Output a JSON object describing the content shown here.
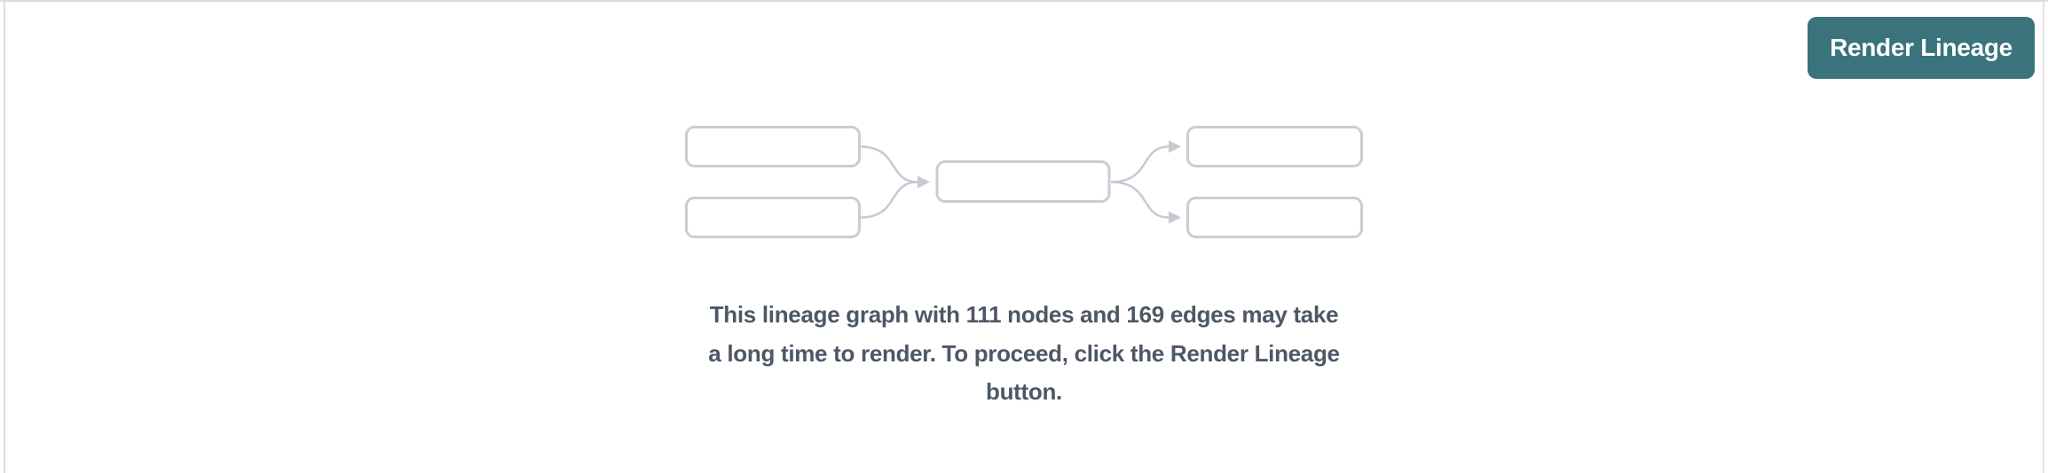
{
  "toolbar": {
    "render_button_label": "Render Lineage"
  },
  "placeholder": {
    "message_lines": [
      "This lineage graph with 111 nodes and 169 edges may take",
      "a long time to render. To proceed, click the Render Lineage",
      "button."
    ],
    "node_count": 111,
    "edge_count": 169
  },
  "colors": {
    "button_background": "#3a737b",
    "button_text": "#ffffff",
    "message_text": "#4d5766",
    "diagram_box_border": "#c8cdd6",
    "diagram_edge": "#c5cad3",
    "panel_border": "#dcdce1"
  }
}
